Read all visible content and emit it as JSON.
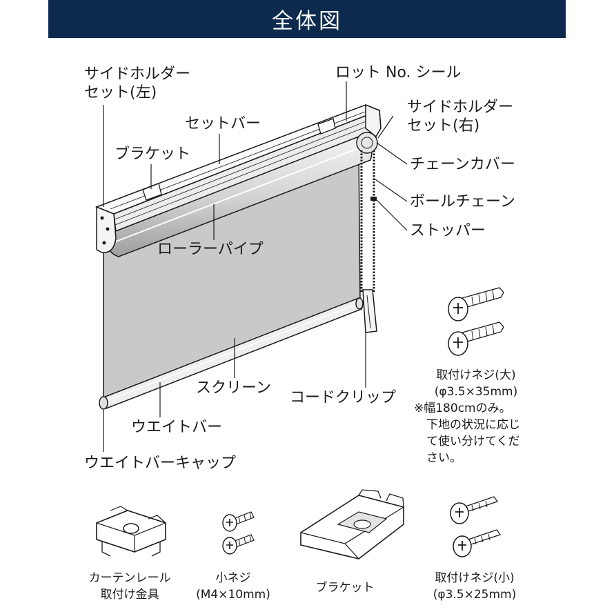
{
  "header": {
    "title": "全体図"
  },
  "labels": {
    "side_holder_left": [
      "サイドホルダー",
      "セット(左)"
    ],
    "set_bar": "セットバー",
    "bracket_top": "ブラケット",
    "lot_seal": "ロット No. シール",
    "side_holder_right": [
      "サイドホルダー",
      "セット(右)"
    ],
    "chain_cover": "チェーンカバー",
    "ball_chain": "ボールチェーン",
    "stopper": "ストッパー",
    "roller_pipe": "ローラーパイプ",
    "screen": "スクリーン",
    "cord_clip": "コードクリップ",
    "weight_bar": "ウエイトバー",
    "weight_bar_cap": "ウエイトバーキャップ"
  },
  "parts": {
    "screw_large": {
      "name": "取付けネジ(大)",
      "spec": "(φ3.5×35mm)",
      "note": [
        "※幅180cmのみ。",
        "下地の状況に応じ",
        "て使い分けてくだ",
        "さい。"
      ]
    },
    "curtain_rail_fitting": [
      "カーテンレール",
      "取付け金具"
    ],
    "small_screw": {
      "name": "小ネジ",
      "spec": "(M4×10mm)"
    },
    "bracket": "ブラケット",
    "screw_small": {
      "name": "取付けネジ(小)",
      "spec": "(φ3.5×25mm)"
    }
  },
  "colors": {
    "banner": "#0d2a4e",
    "screen": "#c9c9c9",
    "line": "#1a1a1a"
  }
}
